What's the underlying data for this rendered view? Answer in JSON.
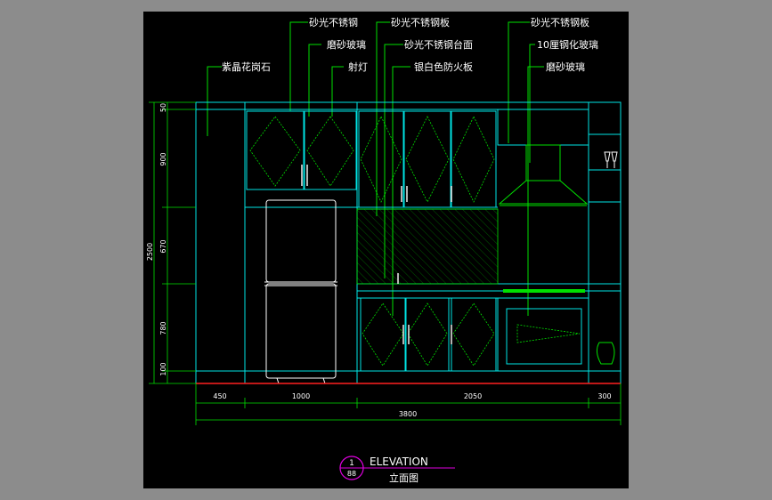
{
  "callouts": {
    "brushed_steel": "砂光不锈钢",
    "brushed_steel_plate": "砂光不锈钢板",
    "brushed_steel_counter": "砂光不锈钢台面",
    "frosted_glass_1": "磨砂玻璃",
    "spotlight": "射灯",
    "silver_fireboard": "银白色防火板",
    "granite": "紫晶花岗石",
    "tempered_glass": "10厘钢化玻璃",
    "frosted_glass_2": "磨砂玻璃",
    "brushed_steel_plate_2": "砂光不锈钢板"
  },
  "dimensions": {
    "h_top": "50",
    "h_upper": "900",
    "h_mid": "670",
    "h_lower": "780",
    "h_base": "100",
    "h_total": "2500",
    "w_tall": "450",
    "w_fridge": "1000",
    "w_counter": "2050",
    "w_shelf": "300",
    "w_total": "3800"
  },
  "title_block": {
    "number": "1",
    "sheet": "88",
    "title_en": "ELEVATION",
    "title_cn": "立面图"
  },
  "colors": {
    "background": "#000000",
    "frame": "#8c8c8c",
    "cyan": "#00e5e5",
    "green": "#00e000",
    "white": "#ffffff",
    "red": "#ff2020",
    "magenta": "#e000e0"
  }
}
